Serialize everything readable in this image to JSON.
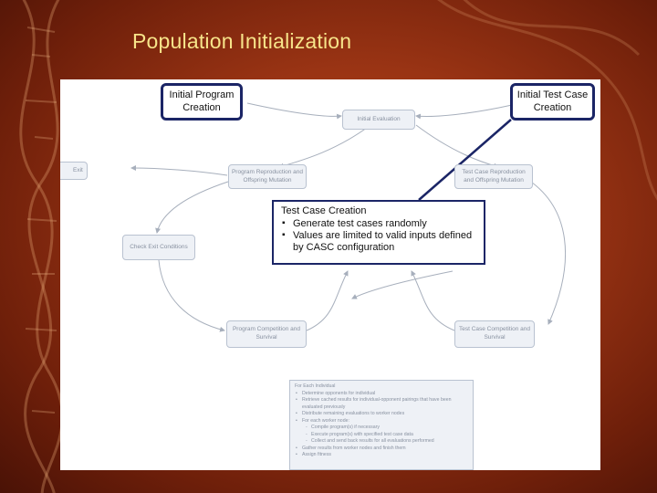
{
  "slide": {
    "title": "Population Initialization"
  },
  "diagram": {
    "callouts": {
      "initial_program": "Initial Program Creation",
      "initial_test_case": "Initial Test Case Creation"
    },
    "nodes": {
      "initial_evaluation": "Initial Evaluation",
      "exit": "Exit",
      "program_reproduction": "Program Reproduction and Offspring Mutation",
      "test_case_reproduction": "Test Case Reproduction and Offspring Mutation",
      "check_exit": "Check Exit Conditions",
      "program_competition": "Program Competition and Survival",
      "test_case_competition": "Test Case Competition and Survival"
    },
    "test_case_creation": {
      "title": "Test Case Creation",
      "bullets": [
        "Generate test cases randomly",
        "Values are limited to valid inputs defined by CASC configuration"
      ]
    },
    "detail_box": {
      "heading": "For Each Individual",
      "items": [
        "Determine opponents for individual",
        "Retrieve cached results for individual-opponent pairings that have been evaluated previously",
        "Distribute remaining evaluations to worker nodes",
        "For each worker node:"
      ],
      "sub_items": [
        "Compile program(s) if necessary",
        "Execute program(s) with specified test case data",
        "Collect and send back results for all evaluations performed"
      ],
      "items_after": [
        "Gather results from worker nodes and finish them",
        "Assign fitness"
      ]
    }
  },
  "colors": {
    "title": "#f7e48a",
    "callout_border": "#1b2566",
    "node_fill": "#eef1f6",
    "node_text": "#8891a0"
  }
}
